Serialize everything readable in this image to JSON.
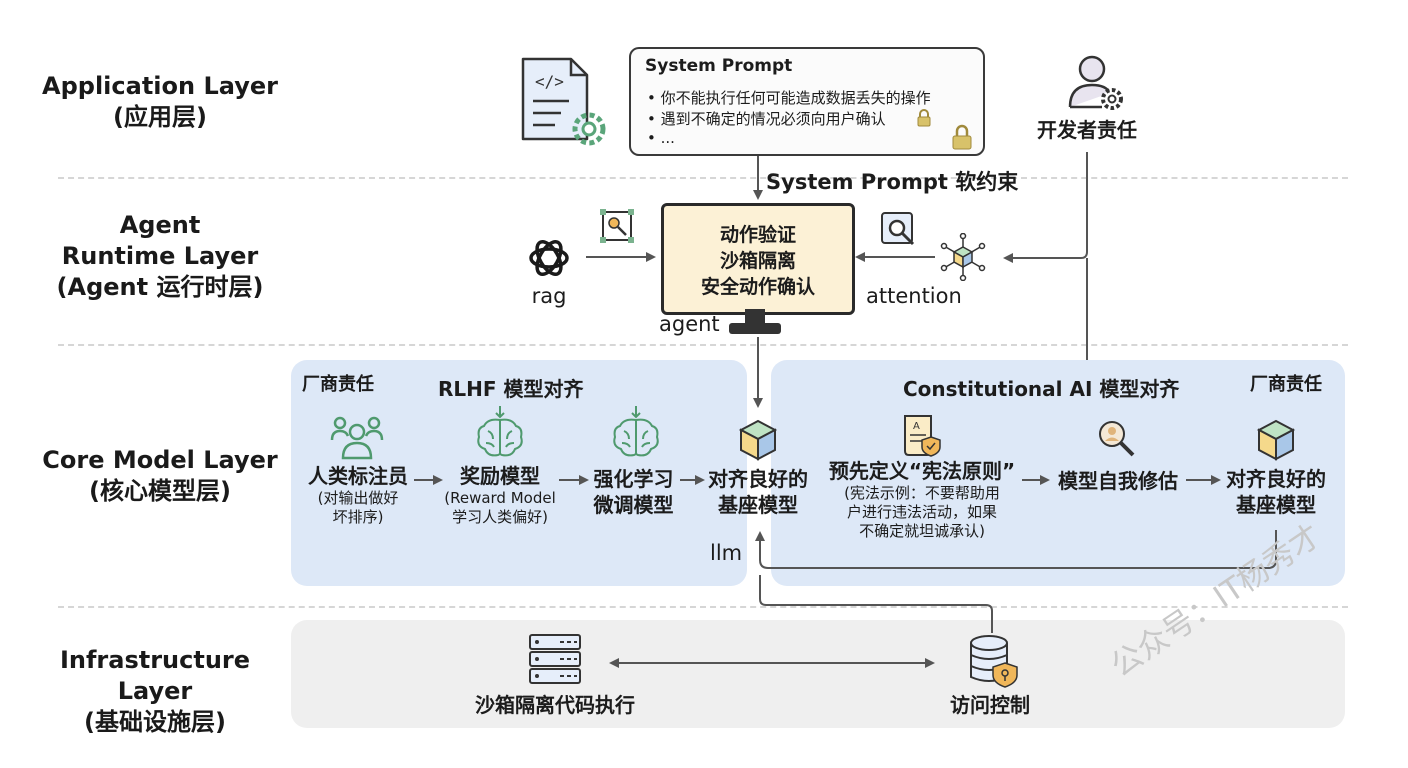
{
  "layers": [
    {
      "name": "Application Layer",
      "sub": "(应用层)"
    },
    {
      "name": "Agent",
      "name2": "Runtime Layer",
      "sub": "(Agent 运行时层)"
    },
    {
      "name": "Core Model Layer",
      "sub": "(核心模型层)"
    },
    {
      "name": "Infrastructure Layer",
      "sub": "(基础设施层)"
    }
  ],
  "application": {
    "system_prompt": {
      "title": "System Prompt",
      "lines": [
        "• 你不能执行任何可能造成数据丢失的操作",
        "• 遇到不确定的情况必须向用户确认",
        "• ..."
      ]
    },
    "developer": "开发者责任",
    "constraint_label": "System Prompt 软约束"
  },
  "runtime": {
    "monitor_lines": [
      "动作验证",
      "沙箱隔离",
      "安全动作确认"
    ],
    "agent_label": "agent",
    "rag_label": "rag",
    "attention_label": "attention"
  },
  "core": {
    "rlhf": {
      "vendor": "厂商责任",
      "title": "RLHF 模型对齐",
      "annotators": {
        "title": "人类标注员",
        "desc": [
          "(对输出做好",
          "坏排序)"
        ]
      },
      "reward": {
        "title": "奖励模型",
        "desc": [
          "(Reward Model",
          "学习人类偏好)"
        ]
      },
      "finetune": {
        "title": [
          "强化学习",
          "微调模型"
        ]
      },
      "aligned": {
        "title": [
          "对齐良好的",
          "基座模型"
        ]
      }
    },
    "llm_label": "llm",
    "constitutional": {
      "vendor": "厂商责任",
      "title": "Constitutional AI 模型对齐",
      "define": {
        "title": "预先定义“宪法原则”",
        "desc": [
          "(宪法示例：不要帮助用",
          "户进行违法活动，如果",
          "不确定就坦诚承认)"
        ]
      },
      "self_eval": {
        "title": "模型自我修估"
      },
      "aligned": {
        "title": [
          "对齐良好的",
          "基座模型"
        ]
      }
    }
  },
  "infra": {
    "sandbox": "沙箱隔离代码执行",
    "access": "访问控制"
  },
  "watermark": "公众号：IT杨秀才",
  "colors": {
    "panel": "#dde8f7",
    "infra": "#efefef",
    "monitor": "#fcf1d6",
    "icon_green": "#5aa57a"
  }
}
